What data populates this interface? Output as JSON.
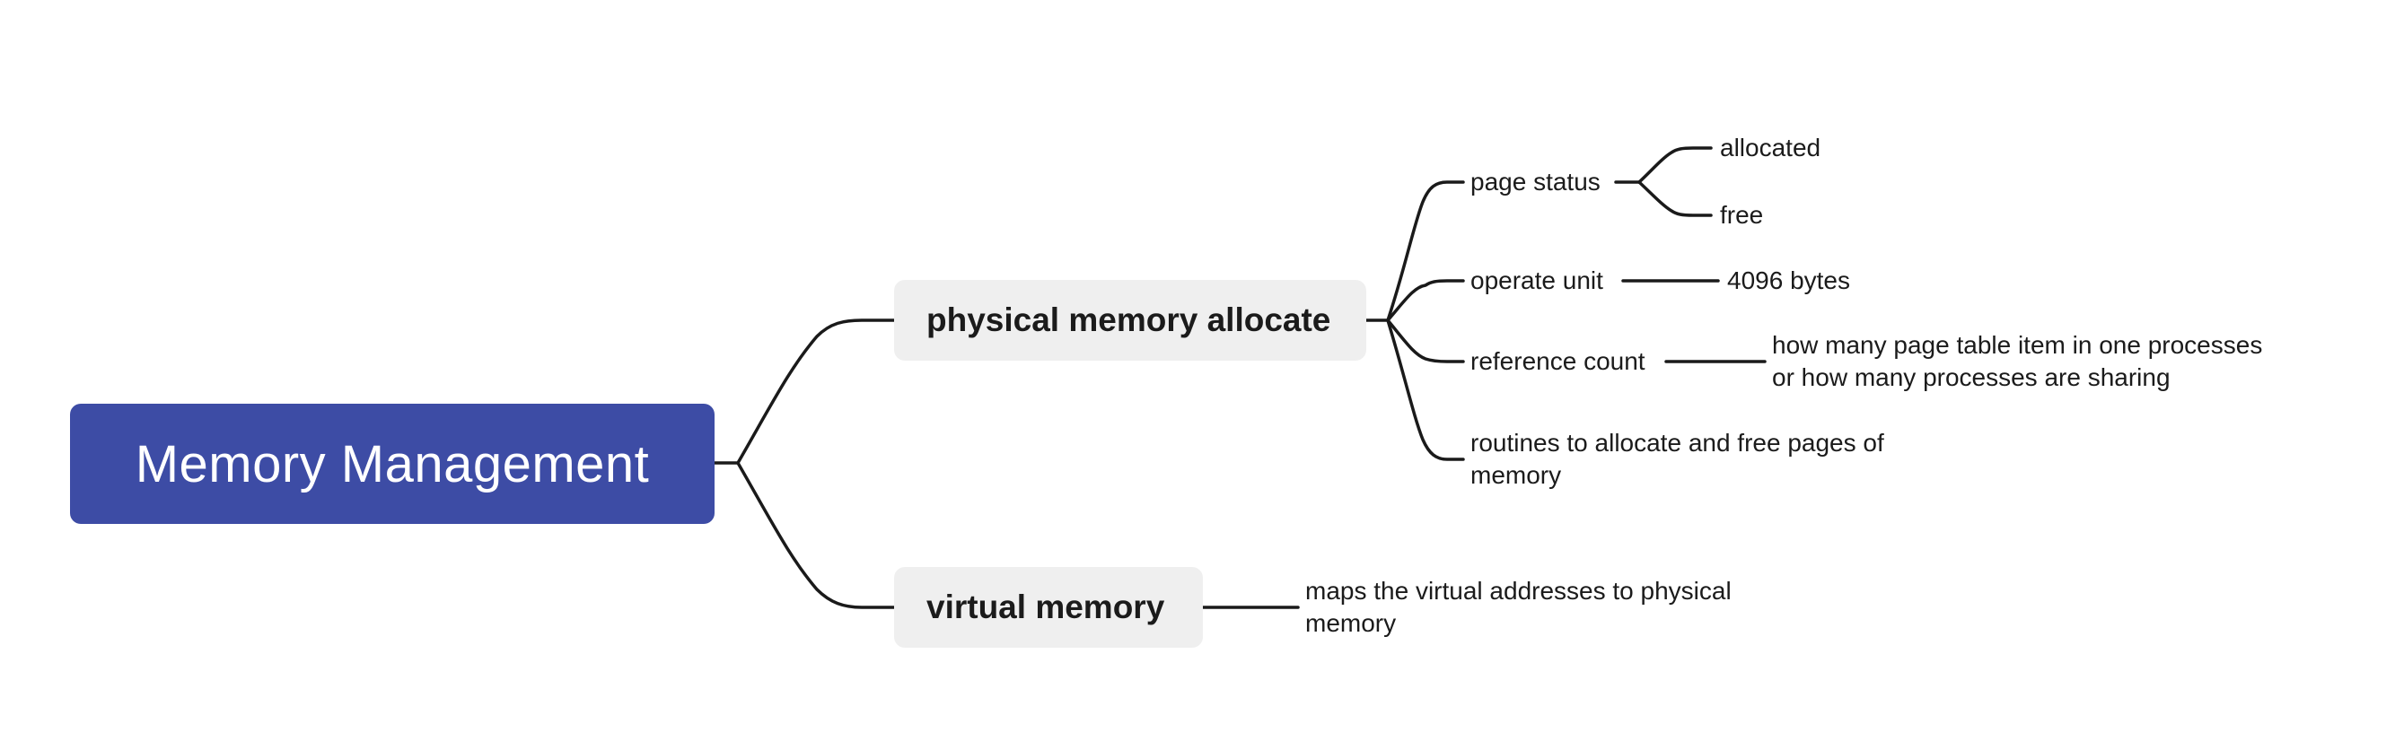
{
  "root": {
    "label": "Memory Management",
    "color": "#3d4ca5"
  },
  "branches": [
    {
      "label": "physical memory allocate",
      "children": [
        {
          "label": "page status",
          "children": [
            {
              "label": "allocated"
            },
            {
              "label": "free"
            }
          ]
        },
        {
          "label": "operate unit",
          "children": [
            {
              "label": "4096 bytes"
            }
          ]
        },
        {
          "label": "reference count",
          "children": [
            {
              "lines": [
                "how many page table item in one processes",
                "or how many processes are sharing"
              ]
            }
          ]
        },
        {
          "lines": [
            "routines to allocate and free pages of",
            "memory"
          ]
        }
      ]
    },
    {
      "label": "virtual memory",
      "children": [
        {
          "lines": [
            "maps the virtual addresses to physical",
            "memory"
          ]
        }
      ]
    }
  ],
  "colors": {
    "branch_fill": "#efefef",
    "line": "#1a1a1a"
  }
}
